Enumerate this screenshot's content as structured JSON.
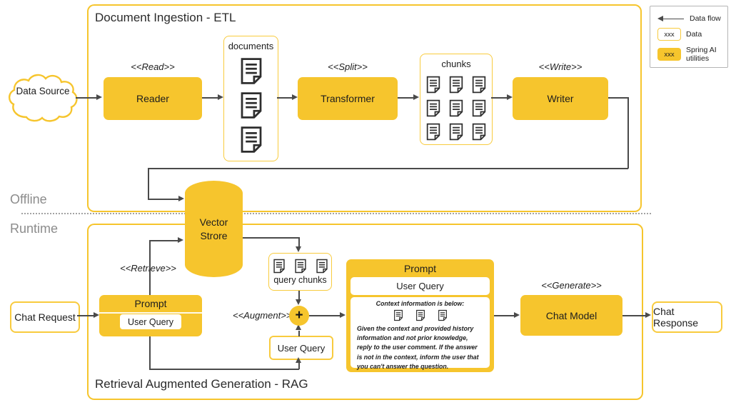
{
  "palette": {
    "yellow": "#F6C52D",
    "yellow_border": "#F8CB3E",
    "line": "#4a4a4a",
    "ink": "#222222",
    "muted": "#8c8c8c",
    "legend_border": "#b5b5b5",
    "icon": "#2e2e2e"
  },
  "legend": {
    "data_flow_label": "Data flow",
    "data_label": "Data",
    "spring_label": "Spring AI utilities",
    "sample_text": "xxx"
  },
  "sections": {
    "offline": "Offline",
    "runtime": "Runtime"
  },
  "etl": {
    "title": "Document Ingestion - ETL",
    "data_source": "Data Source",
    "read_stereotype": "<<Read>>",
    "reader": "Reader",
    "documents_label": "documents",
    "documents_count": 3,
    "split_stereotype": "<<Split>>",
    "transformer": "Transformer",
    "chunks_label": "chunks",
    "chunks_count": 9,
    "write_stereotype": "<<Write>>",
    "writer": "Writer"
  },
  "vector_store_label": "Vector Strore",
  "rag": {
    "title": "Retrieval Augmented Generation - RAG",
    "chat_request": "Chat Request",
    "retrieve_stereotype": "<<Retrieve>>",
    "prompt_header": "Prompt",
    "prompt_user_query": "User Query",
    "query_chunks_label": "query chunks",
    "query_chunks_count": 3,
    "augment_stereotype": "<<Augment>>",
    "plus_sign": "+",
    "user_query_standalone": "User Query",
    "big_prompt": {
      "header": "Prompt",
      "user_query": "User Query",
      "context_heading": "Context information is below:",
      "context_docs_count": 3,
      "body": "Given the context and provided history information and not prior knowledge, reply to the user comment. If the answer is not in the context, inform the user that you can't answer the question."
    },
    "generate_stereotype": "<<Generate>>",
    "chat_model": "Chat Model",
    "chat_response": "Chat Response"
  }
}
